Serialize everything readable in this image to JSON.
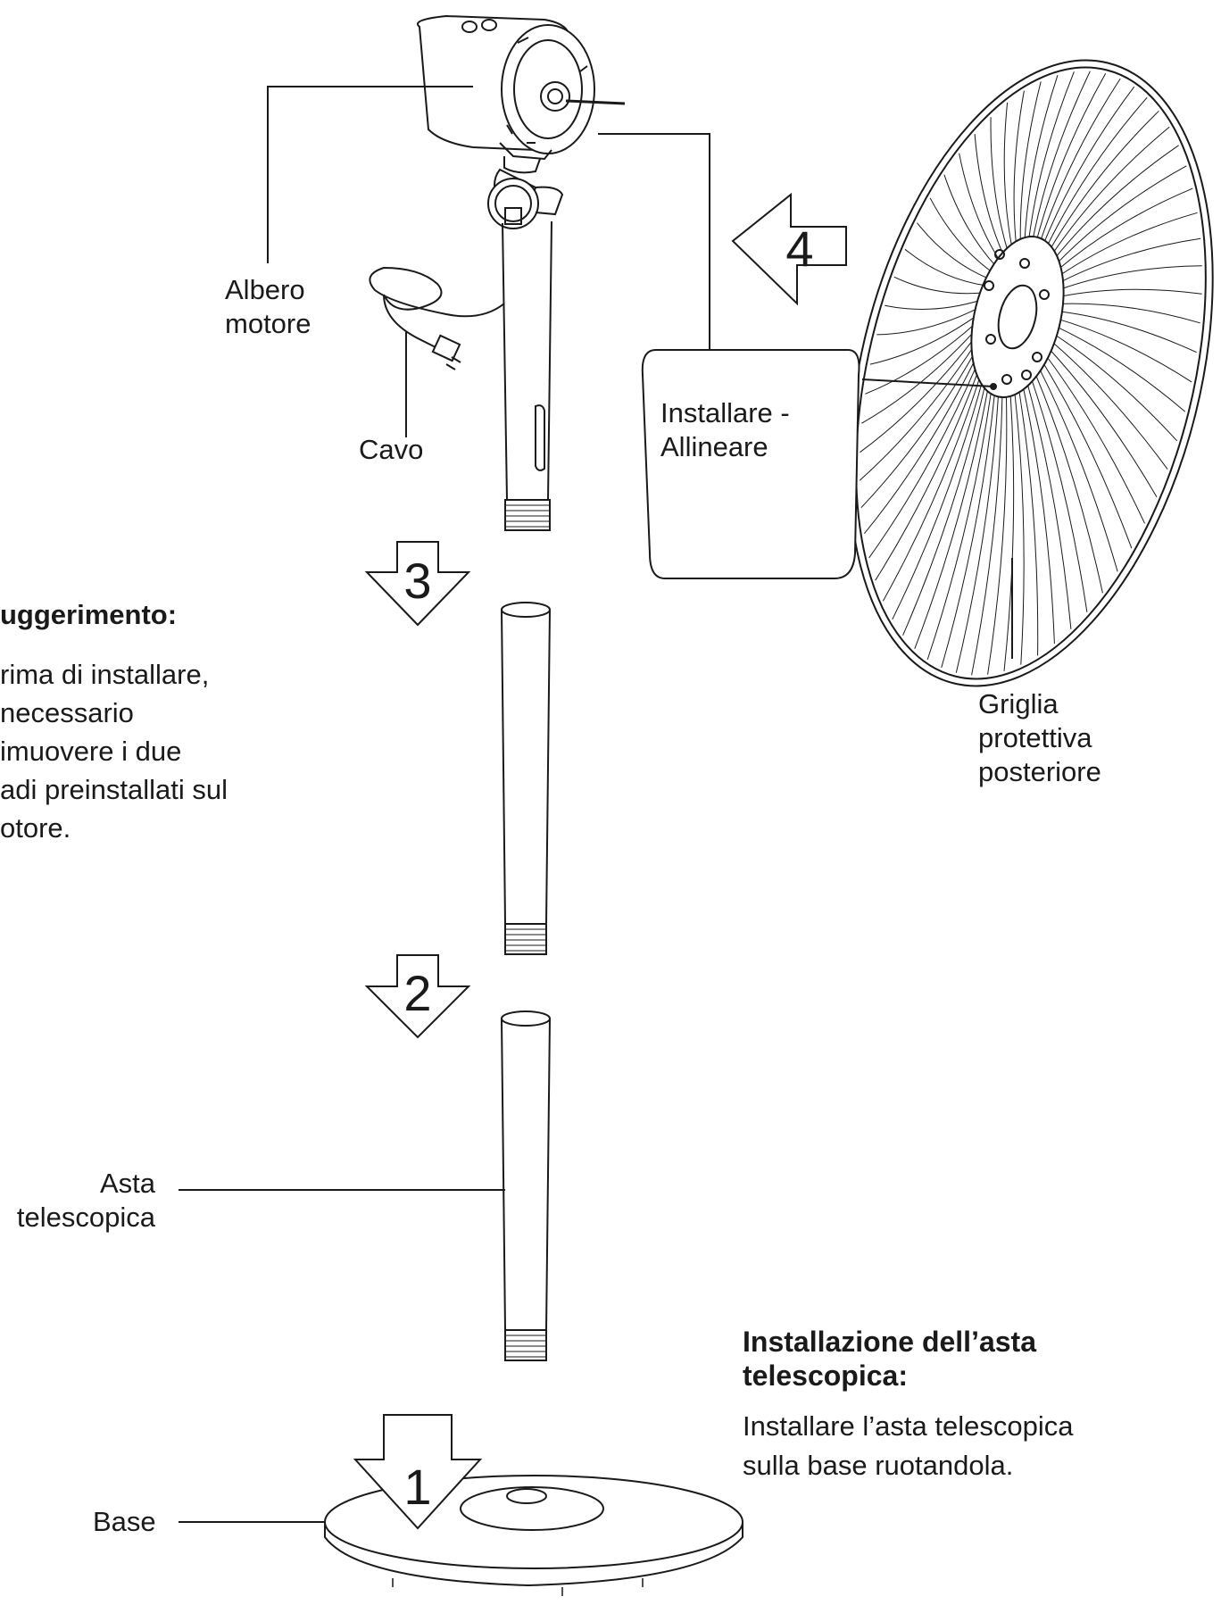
{
  "labels": {
    "albero_motore": "Albero\nmotore",
    "cavo": "Cavo",
    "installare_allineare": "Installare -\nAllineare",
    "griglia": "Griglia\nprotettiva\nposteriore",
    "asta": "Asta\ntelescopica",
    "base": "Base"
  },
  "tip": {
    "title": "uggerimento:",
    "body": "rima di installare,\n necessario\nimuovere i due\nadi preinstallati sul\notore."
  },
  "install": {
    "title": "Installazione dell’asta\ntelescopica:",
    "body": "Installare l’asta telescopica\nsulla base ruotandola."
  },
  "steps": [
    "1",
    "2",
    "3",
    "4"
  ],
  "colors": {
    "line": "#1a1a1a",
    "background": "#ffffff"
  }
}
